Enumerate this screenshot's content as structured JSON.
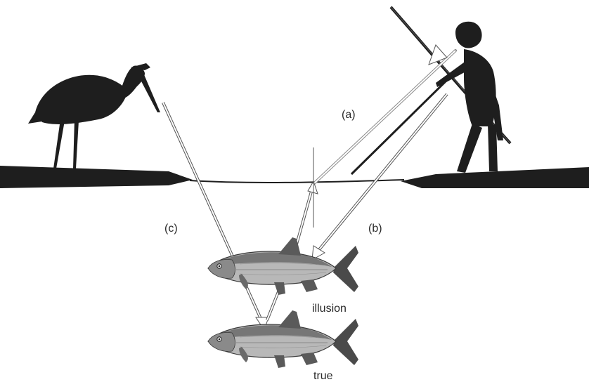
{
  "labels": {
    "a": "(a)",
    "b": "(b)",
    "c": "(c)",
    "illusion": "illusion",
    "true": "true"
  },
  "icons": {
    "heron": "heron-silhouette-icon",
    "archer": "archer-silhouette-icon",
    "fish_illusion": "fish-icon",
    "fish_true": "fish-icon"
  },
  "colors": {
    "silhouette": "#1e1e1e",
    "ray": "#8a8a8a",
    "ray_dark": "#555555",
    "fish_body": "#bdbdbd",
    "fish_dark": "#5a5a5a",
    "background": "#ffffff"
  }
}
